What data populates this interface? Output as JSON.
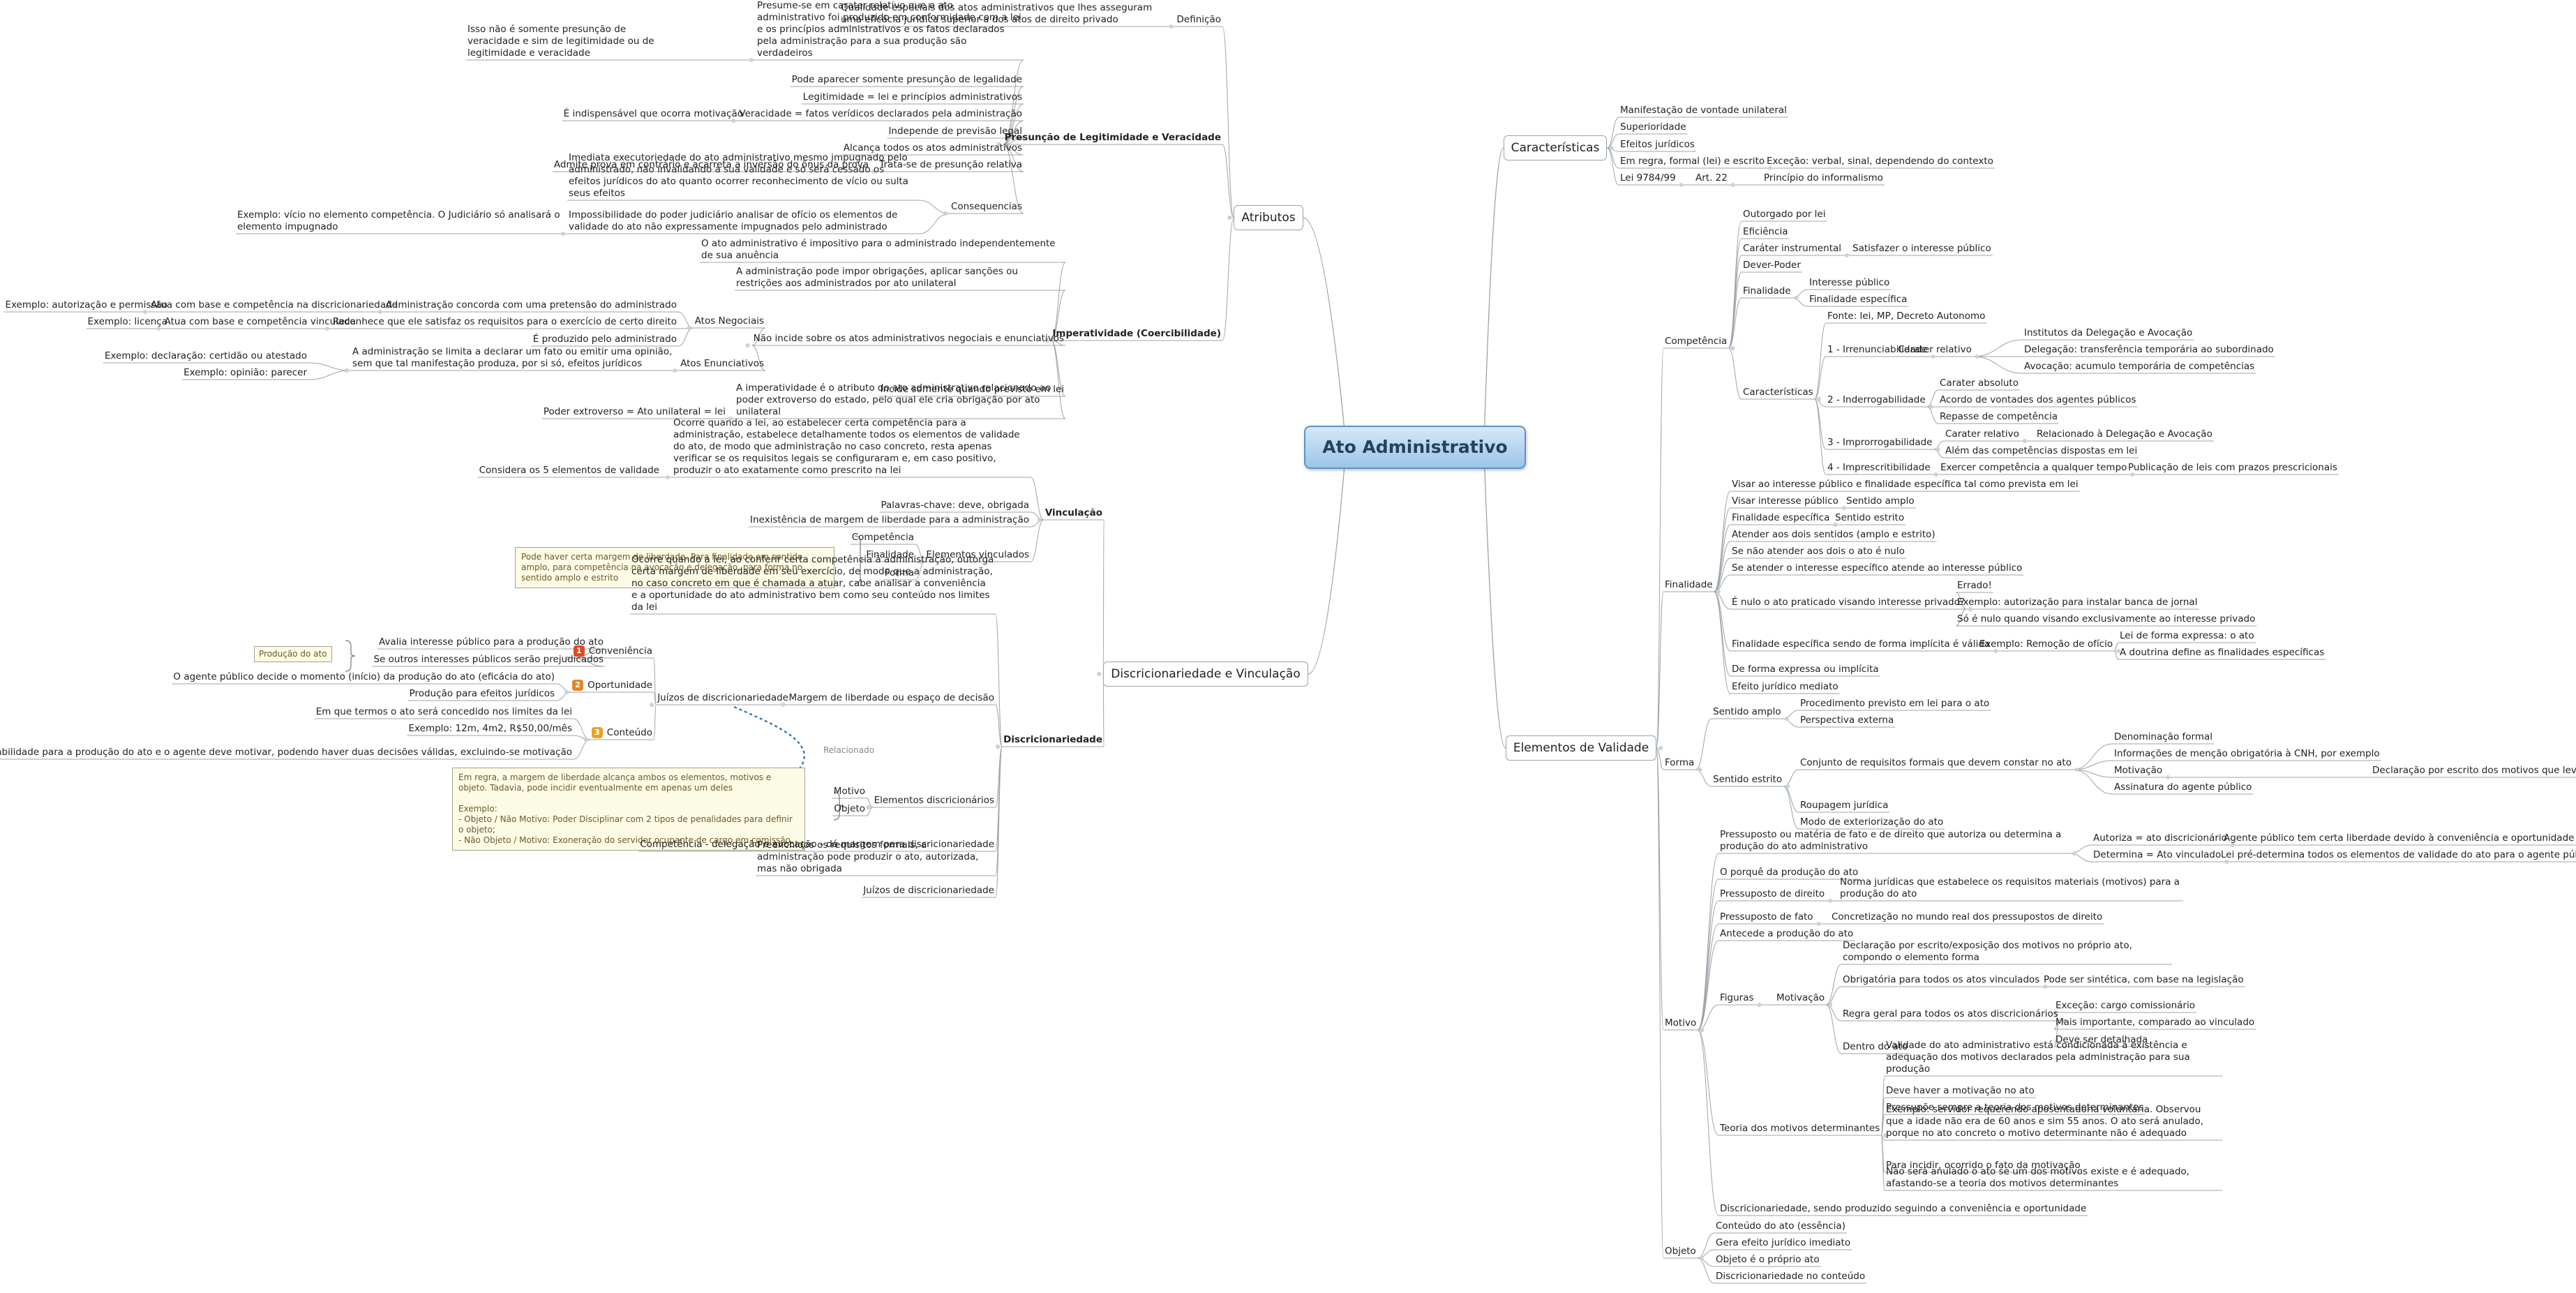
{
  "root": "Ato Administrativo",
  "main": {
    "atributos": "Atributos",
    "disc": "Discricionariedade e Vinculação",
    "carac": "Características",
    "elementos": "Elementos de Validade"
  },
  "relation_label": "Relacionado",
  "badges": [
    "1",
    "2",
    "3"
  ],
  "colors": {
    "accent": "#5c93c8",
    "badge_1": "#e04b24",
    "badge_2": "#e78427",
    "badge_3": "#e8a22a",
    "relation": "#1f6fb2"
  },
  "nodes": [
    "Definição",
    "Qualidade especiais dos atos administrativos que lhes asseguram uma eficácia jurídica superior a dos atos de direito privado",
    "Presunção de Legitimidade e Veracidade",
    "Presume-se em carater relativo que o ato administrativo foi produzido em conformidade com a lei e os princípios administrativos e os fatos declarados pela administração para a sua produção são verdadeiros",
    "Isso não é somente presunção de veracidade e sim de legitimidade ou de legitimidade e veracidade",
    "Pode aparecer somente presunção de legalidade",
    "Legitimidade = lei e princípios administrativos",
    "Veracidade = fatos verídicos declarados pela administração",
    "É indispensável que ocorra motivação",
    "Independe de previsão legal",
    "Alcança todos os atos administrativos",
    "Trata-se de presunção relativa",
    "Admite prova em contrário e acarreta a inversão do ônus da prova",
    "Consequencias",
    "Imediata executoriedade do ato administrativo mesmo impugnado pelo administrado, não invalidando a sua validade e só será cessado os efeitos jurídicos do ato quanto ocorrer reconhecimento de vício ou sulta seus efeitos",
    "Impossibilidade do poder judiciário analisar de ofício os elementos de validade do ato não expressamente impugnados pelo administrado",
    "Exemplo: vício no elemento competência. O Judiciário só analisará o elemento impugnado",
    "Imperatividade (Coercibilidade)",
    "O ato administrativo é impositivo para o administrado independentemente de sua anuência",
    "A administração pode impor obrigações, aplicar sanções ou restrições aos administrados por ato unilateral",
    "Não incide sobre os atos administrativos negociais e enunciativos",
    "Atos Negociais",
    "Administração concorda com uma pretensão do administrado",
    "Atua com base e competência na discricionariedade",
    "Exemplo: autorização e permissão",
    "Reconhece que ele satisfaz os requisitos para o exercício de certo direito",
    "Atua com base e competência vinculada",
    "Exemplo: licença",
    "É produzido pelo administrado",
    "Atos Enunciativos",
    "A administração se limita a declarar um fato ou emitir uma opinião, sem que tal manifestação produza, por si só, efeitos jurídicos",
    "Exemplo: declaração: certidão ou atestado",
    "Exemplo: opinião: parecer",
    "Incide somente quando previsto em lei",
    "A imperatividade é o atributo do ato administrativo relacionado ao poder extroverso do estado, pelo qual ele cria obrigação por ato unilateral",
    "Poder extroverso = Ato unilateral = lei",
    "Vinculação",
    "Ocorre quando a lei, ao estabelecer certa competência para a administração, estabelece detalhamente todos os elementos de validade do ato, de modo que administração no caso concreto, resta apenas verificar se os requisitos legais se configuraram e, em caso positivo, produzir o ato exatamente como prescrito na lei",
    "Considera os 5 elementos de validade",
    "Palavras-chave: deve, obrigada",
    "Inexistência de margem de liberdade para a administração",
    "Elementos vinculados",
    "Competência",
    "Finalidade",
    "Forma",
    "Discricionariedade",
    "Ocorre quando a lei, ao conferir certa competência à administração, outorga certa margem de liberdade em seu exercício, de modo que a administração, no caso concreto em que é chamada a atuar, cabe analisar a conveniência e a oportunidade do ato administrativo bem como seu conteúdo nos limites da lei",
    "Margem de liberdade ou espaço de decisão",
    "Juízos de discricionariedade",
    "Conveniência",
    "Avalia interesse público para a produção do ato",
    "Se outros interesses públicos serão prejudicados",
    "Oportunidade",
    "O agente público decide o momento (início) da produção do ato (eficácia do ato)",
    "Produção para efeitos jurídicos",
    "Conteúdo",
    "Em que termos o ato será concedido nos limites da lei",
    "Exemplo: 12m, 4m2, R$50,00/mês",
    "Deve haver razoabilidade para a produção do ato e o agente deve motivar, podendo haver duas decisões válidas, excluindo-se motivação",
    "Elementos discricionários",
    "Motivo",
    "Objeto",
    "Competência - delegação e avocação - dá margem para discricionariedade",
    "Preenchidos os requisitos formais, a administração pode produzir o ato, autorizada, mas não obrigada",
    "Juízos de discricionariedade",
    "Manifestação de vontade unilateral",
    "Superioridade",
    "Efeitos jurídicos",
    "Em regra, formal (lei) e escrito",
    "Exceção: verbal, sinal, dependendo do contexto",
    "Lei 9784/99",
    "Art. 22",
    "Princípio do informalismo",
    "Competência",
    "Outorgado por lei",
    "Eficiência",
    "Caráter instrumental",
    "Satisfazer o interesse público",
    "Dever-Poder",
    "Finalidade",
    "Interesse público",
    "Finalidade específica",
    "Características",
    "Fonte: lei, MP, Decreto Autonomo",
    "1 - Irrenunciabilidade",
    "Carater relativo",
    "Institutos da Delegação e Avocação",
    "Delegação: transferência temporária ao subordinado",
    "Avocação: acumulo temporária de competências",
    "2 - Inderrogabilidade",
    "Carater absoluto",
    "Acordo de vontades dos agentes públicos",
    "Repasse de competência",
    "3 - Improrrogabilidade",
    "Carater relativo",
    "Relacionado à Delegação e Avocação",
    "Além das competências dispostas em lei",
    "4 - Imprescritibilidade",
    "Exercer competência a qualquer tempo",
    "Publicação de leis com prazos prescricionais",
    "Finalidade",
    "Visar ao interesse público e finalidade específica tal como prevista em lei",
    "Visar interesse público",
    "Sentido amplo",
    "Finalidade específica",
    "Sentido estrito",
    "Atender aos dois sentidos (amplo e estrito)",
    "Se não atender aos dois o ato é nulo",
    "Se atender o interesse específico atende ao interesse público",
    "É nulo o ato praticado visando interesse privado?",
    "Errado!",
    "Exemplo: autorização para instalar banca de jornal",
    "Só é nulo quando visando exclusivamente ao interesse privado",
    "Finalidade específica sendo de forma implícita é válida",
    "Exemplo: Remoção de ofício",
    "Lei de forma expressa: o ato",
    "A doutrina define as finalidades específicas",
    "De forma expressa ou implícita",
    "Efeito jurídico mediato",
    "Forma",
    "Sentido amplo",
    "Procedimento previsto em lei para o ato",
    "Perspectiva externa",
    "Sentido estrito",
    "Conjunto de requisitos formais que devem constar no ato",
    "Denominação formal",
    "Informações de menção obrigatória à CNH, por exemplo",
    "Motivação",
    "Declaração por escrito dos motivos que levaram a produção do ato",
    "Assinatura do agente público",
    "Roupagem jurídica",
    "Modo de exteriorização do ato",
    "Motivo",
    "Pressuposto ou matéria de fato e de direito que autoriza ou determina a produção do ato administrativo",
    "Autoriza = ato discricionário",
    "Agente público tem certa liberdade devido à conveniência e oportunidade do ato",
    "Determina = Ato vinculado",
    "Lei pré-determina todos os elementos de validade do ato para o agente público",
    "O porquê da produção do ato",
    "Pressuposto de direito",
    "Norma jurídicas que estabelece os requisitos materiais (motivos) para a produção do ato",
    "Pressuposto de fato",
    "Concretização no mundo real dos pressupostos de direito",
    "Antecede a produção do ato",
    "Figuras",
    "Motivação",
    "Declaração por escrito/exposição dos motivos no próprio ato, compondo o elemento forma",
    "Obrigatória para todos os atos vinculados",
    "Pode ser sintética, com base na legislação",
    "Regra geral para todos os atos discricionários",
    "Exceção: cargo comissionário",
    "Mais importante, comparado ao vinculado",
    "Deve ser detalhada",
    "Dentro do ato",
    "Teoria dos motivos determinantes",
    "Validade do ato administrativo está condicionada à existência e adequação dos motivos declarados pela administração para sua produção",
    "Deve haver a motivação no ato",
    "Pressupõe sempre a teoria dos motivos determinantes",
    "Exemplo: servidor requerendo aposentadoria voluntária. Observou que a idade não era de 60 anos e sim 55 anos. O ato será anulado, porque no ato concreto o motivo determinante não é adequado",
    "Para incidir, ocorrido o fato da motivação",
    "Não será anulado o ato se um dos motivos existe e é adequado, afastando-se a teoria dos motivos determinantes",
    "Discricionariedade, sendo produzido seguindo a conveniência e oportunidade",
    "Objeto",
    "Conteúdo do ato (essência)",
    "Gera efeito jurídico imediato",
    "Objeto é o próprio ato",
    "Discricionariedade no conteúdo"
  ],
  "notes": [
    "Pode haver certa margem de liberdade. Para finalidade em sentido amplo, para competência na avocação e delegação, para forma no sentido amplo e estrito",
    "Produção do ato",
    "Em regra, a margem de liberdade alcança ambos os elementos, motivos e objeto. Tadavia, pode incidir eventualmente em apenas um deles\n\nExemplo:\n- Objeto / Não Motivo: Poder Disciplinar com 2 tipos de penalidades para definir o objeto;\n- Não Objeto / Motivo: Exoneração do servidor ocupante de cargo em comissão."
  ]
}
